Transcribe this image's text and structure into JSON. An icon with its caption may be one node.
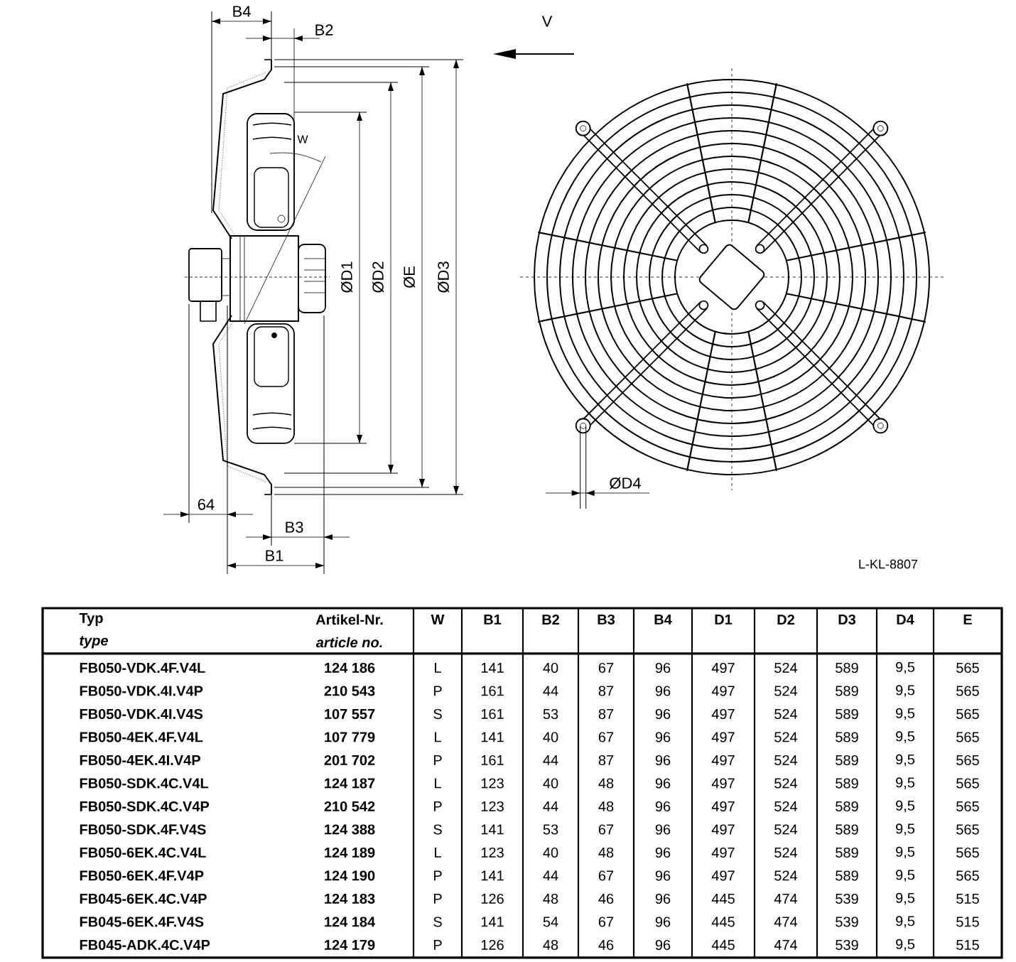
{
  "diagram": {
    "labels": [
      "B4",
      "B2",
      "W",
      "ØD1",
      "ØD2",
      "ØE",
      "ØD3",
      "64",
      "B3",
      "B1",
      "V",
      "ØD4",
      "L-KL-8807",
      "Typ",
      "type",
      "Artikel-Nr.",
      "article no.",
      "W",
      "B1",
      "B2",
      "B3",
      "B4",
      "D1",
      "D2",
      "D3",
      "D4",
      "E",
      "FB050-VDK.4F.V4L",
      "124 186",
      "L",
      "141",
      "40",
      "67",
      "96",
      "497",
      "524",
      "589",
      "9,5",
      "565",
      "FB050-VDK.4I.V4P",
      "210 543",
      "P",
      "161",
      "44",
      "87",
      "96",
      "497",
      "524",
      "589",
      "9,5",
      "565",
      "FB050-VDK.4I.V4S",
      "107 557",
      "S",
      "161",
      "53",
      "87",
      "96",
      "497",
      "524",
      "589",
      "9,5",
      "565",
      "FB050-4EK.4F.V4L",
      "107 779",
      "L",
      "141",
      "40",
      "67",
      "96",
      "497",
      "524",
      "589",
      "9,5",
      "565",
      "FB050-4EK.4I.V4P",
      "201 702",
      "P",
      "161",
      "44",
      "87",
      "96",
      "497",
      "524",
      "589",
      "9,5",
      "565",
      "FB050-SDK.4C.V4L",
      "124 187",
      "L",
      "123",
      "40",
      "48",
      "96",
      "497",
      "524",
      "589",
      "9,5",
      "565",
      "FB050-SDK.4C.V4P",
      "210 542",
      "P",
      "123",
      "44",
      "48",
      "96",
      "497",
      "524",
      "589",
      "9,5",
      "565",
      "FB050-SDK.4F.V4S",
      "124 388",
      "S",
      "141",
      "53",
      "67",
      "96",
      "497",
      "524",
      "589",
      "9,5",
      "565",
      "FB050-6EK.4C.V4L",
      "124 189",
      "L",
      "123",
      "40",
      "48",
      "96",
      "497",
      "524",
      "589",
      "9,5",
      "565",
      "FB050-6EK.4F.V4P",
      "124 190",
      "P",
      "141",
      "44",
      "67",
      "96",
      "497",
      "524",
      "589",
      "9,5",
      "565",
      "FB045-6EK.4C.V4P",
      "124 183",
      "P",
      "126",
      "48",
      "46",
      "96",
      "445",
      "474",
      "539",
      "9,5",
      "515",
      "FB045-6EK.4F.V4S",
      "124 184",
      "S",
      "141",
      "54",
      "67",
      "96",
      "445",
      "474",
      "539",
      "9,5",
      "515",
      "FB045-ADK.4C.V4P",
      "124 179",
      "P",
      "126",
      "48",
      "46",
      "96",
      "445",
      "474",
      "539",
      "9,5",
      "515"
    ]
  }
}
